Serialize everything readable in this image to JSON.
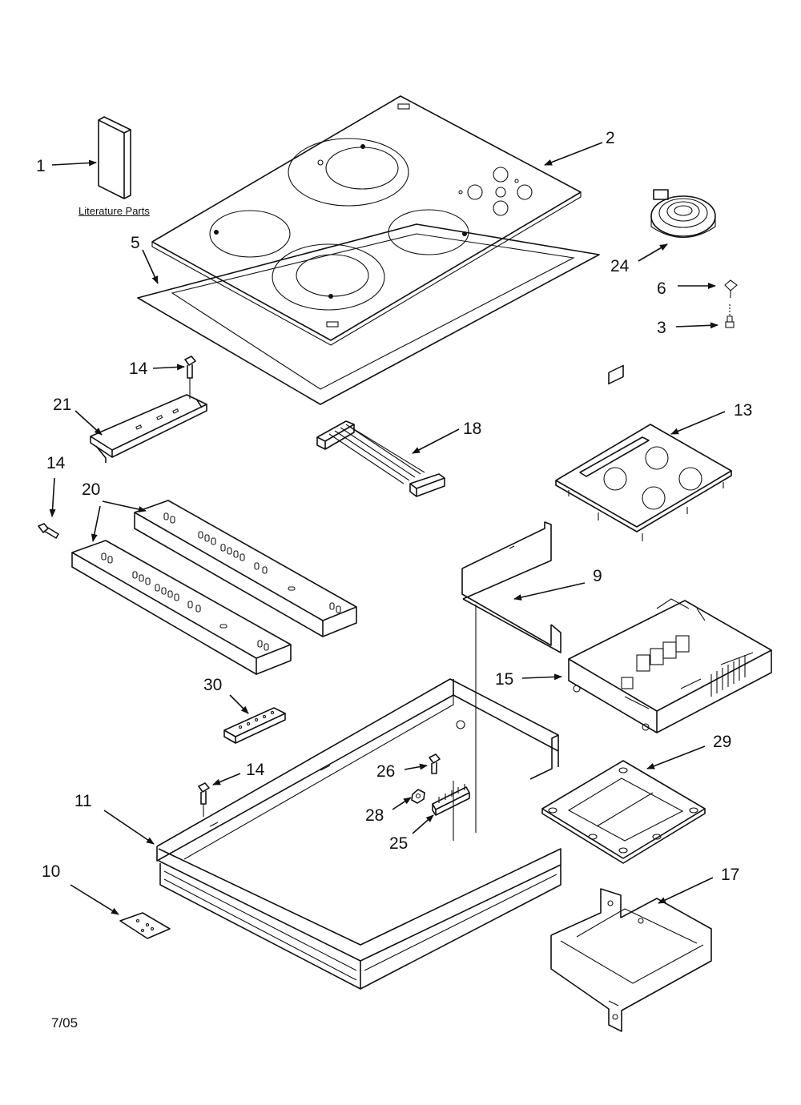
{
  "diagram": {
    "literature_label": "Literature Parts",
    "date_code": "7/05",
    "callouts": [
      {
        "id": "c1",
        "text": "1"
      },
      {
        "id": "c2",
        "text": "2"
      },
      {
        "id": "c24",
        "text": "24"
      },
      {
        "id": "c5",
        "text": "5"
      },
      {
        "id": "c6",
        "text": "6"
      },
      {
        "id": "c3",
        "text": "3"
      },
      {
        "id": "c14a",
        "text": "14"
      },
      {
        "id": "c21",
        "text": "21"
      },
      {
        "id": "c18",
        "text": "18"
      },
      {
        "id": "c13",
        "text": "13"
      },
      {
        "id": "c14b",
        "text": "14"
      },
      {
        "id": "c20",
        "text": "20"
      },
      {
        "id": "c9",
        "text": "9"
      },
      {
        "id": "c15",
        "text": "15"
      },
      {
        "id": "c30",
        "text": "30"
      },
      {
        "id": "c29",
        "text": "29"
      },
      {
        "id": "c14c",
        "text": "14"
      },
      {
        "id": "c26",
        "text": "26"
      },
      {
        "id": "c11",
        "text": "11"
      },
      {
        "id": "c28",
        "text": "28"
      },
      {
        "id": "c25",
        "text": "25"
      },
      {
        "id": "c10",
        "text": "10"
      },
      {
        "id": "c17",
        "text": "17"
      }
    ]
  }
}
